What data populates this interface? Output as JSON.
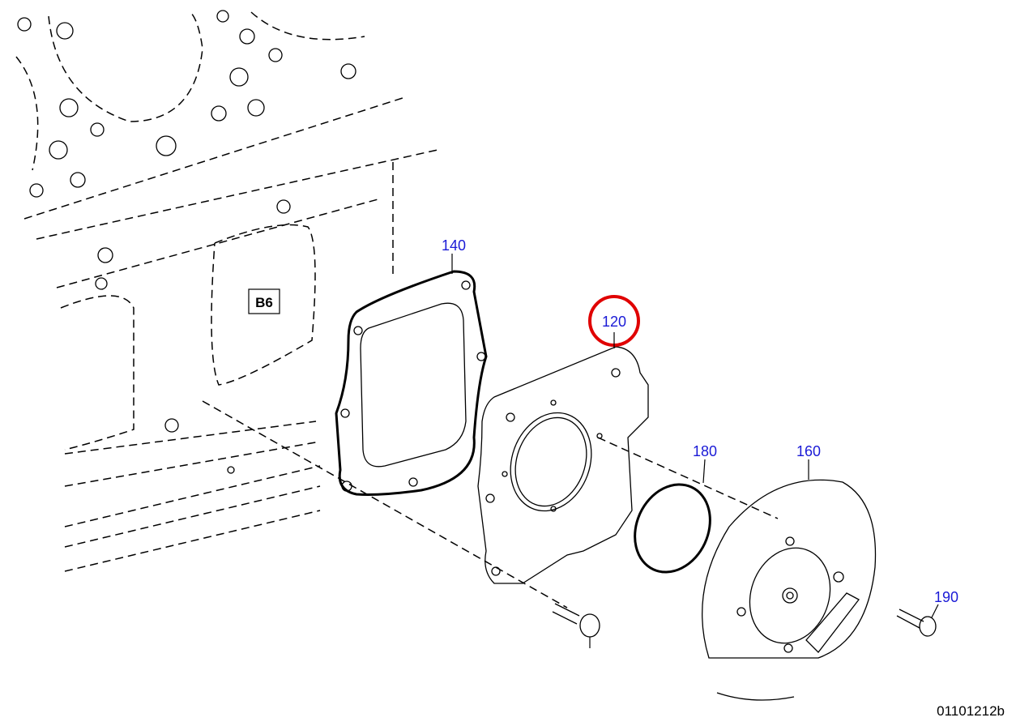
{
  "diagram": {
    "block_label": "B6",
    "callouts": {
      "gasket": "140",
      "cover": "120",
      "oring": "180",
      "pulley": "160",
      "bolt": "190"
    },
    "highlighted_callout": "120",
    "highlight_color": "#e00000",
    "callout_color": "#1a1ad6",
    "drawing_number": "01101212b"
  }
}
